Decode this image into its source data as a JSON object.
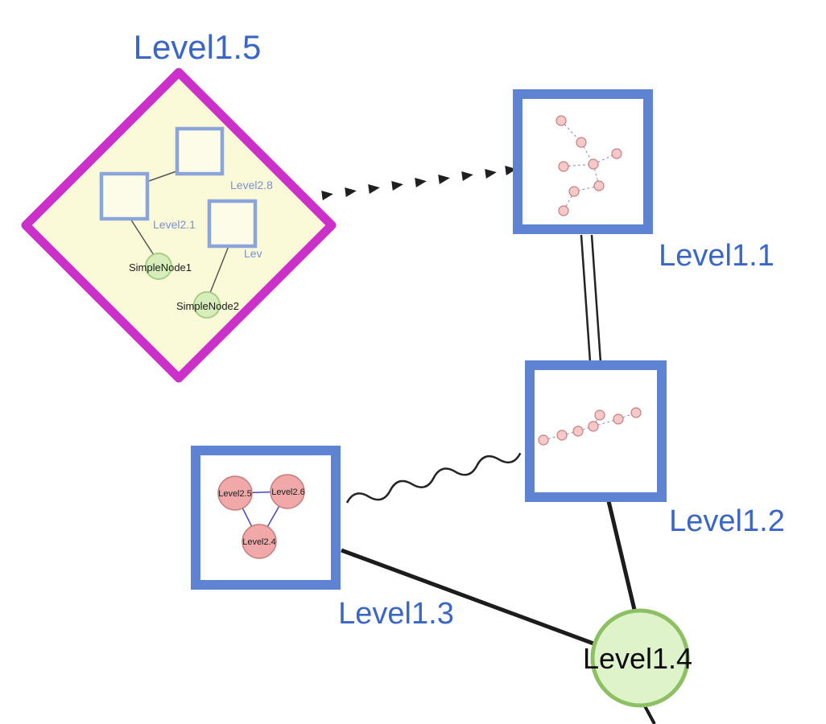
{
  "labels": {
    "level1_5": "Level1.5",
    "level1_1": "Level1.1",
    "level1_2": "Level1.2",
    "level1_3": "Level1.3",
    "level1_4": "Level1.4",
    "level2_8": "Level2.8",
    "level2_1": "Level2.1",
    "lev_truncated": "Lev",
    "simple_node1": "SimpleNode1",
    "simple_node2": "SimpleNode2",
    "level2_5": "Level2.5",
    "level2_6": "Level2.6",
    "level2_4": "Level2.4"
  },
  "colors": {
    "label_blue": "#3a66c8",
    "node_border_blue": "#5f83d3",
    "diamond_magenta": "#cb30cb",
    "diamond_fill": "#fafad8",
    "group_square_border": "#8ba4d9",
    "group_square_fill": "#fcfce9",
    "green_node_fill": "#d7eebb",
    "green_node_border": "#a8cd85",
    "level1_4_fill": "#def3c9",
    "level1_4_border": "#8cc063",
    "pink_node_fill": "#f5c9c9",
    "pink_node_border": "#c97b7b",
    "triangle_node_fill": "#f0a8a8",
    "edge_black": "#242424",
    "mini_edge_blue": "#8888cc"
  }
}
